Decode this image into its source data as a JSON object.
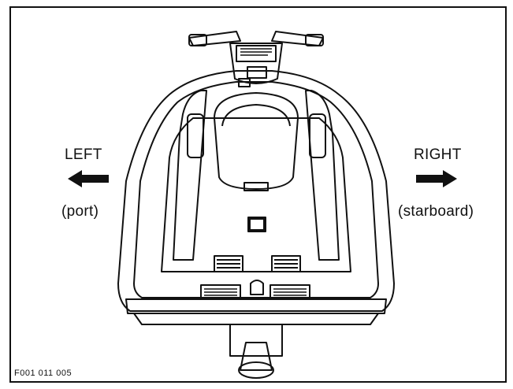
{
  "figure": {
    "left_label": "LEFT",
    "left_sublabel": "(port)",
    "right_label": "RIGHT",
    "right_sublabel": "(starboard)",
    "code": "F001 011 005"
  },
  "icons": [
    "arrow-left-icon",
    "arrow-right-icon"
  ]
}
